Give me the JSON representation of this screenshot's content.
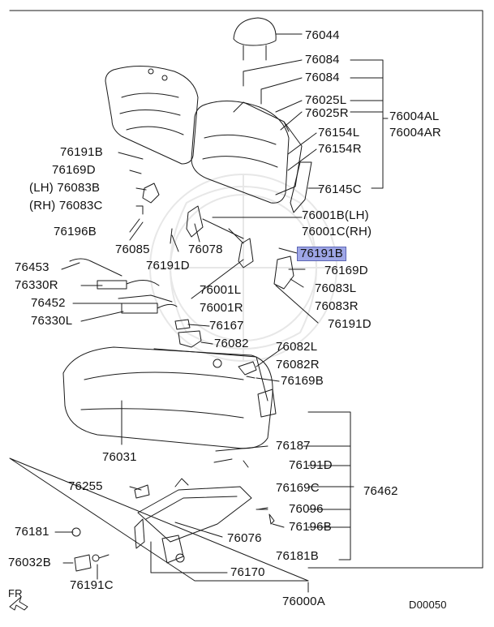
{
  "parts": {
    "p76044": "76044",
    "p76084a": "76084",
    "p76084b": "76084",
    "p76025l": "76025L",
    "p76025r": "76025R",
    "p76004al": "76004AL",
    "p76004ar": "76004AR",
    "p76154l": "76154L",
    "p76154r": "76154R",
    "p76145c": "76145C",
    "p76191b_top": "76191B",
    "p76169d_left": "76169D",
    "p76083b": "(LH) 76083B",
    "p76083c": "(RH) 76083C",
    "p76196b_top": "76196B",
    "p76085": "76085",
    "p76078": "76078",
    "p76191d_mid": "76191D",
    "p76001b": "76001B(LH)",
    "p76001c": "76001C(RH)",
    "p76191b_hl": "76191B",
    "p76169d_right": "76169D",
    "p76083l": "76083L",
    "p76083r": "76083R",
    "p76191d_right": "76191D",
    "p76453": "76453",
    "p76330r": "76330R",
    "p76452": "76452",
    "p76330l": "76330L",
    "p76001l": "76001L",
    "p76001r": "76001R",
    "p76167": "76167",
    "p76082": "76082",
    "p76082l": "76082L",
    "p76082r": "76082R",
    "p76169b": "76169B",
    "p76031": "76031",
    "p76187": "76187",
    "p76191d_low": "76191D",
    "p76462": "76462",
    "p76169c": "76169C",
    "p76255": "76255",
    "p76096": "76096",
    "p76196b_low": "76196B",
    "p76181": "76181",
    "p76076": "76076",
    "p76181b": "76181B",
    "p76032b": "76032B",
    "p76191c": "76191C",
    "p76170": "76170",
    "p76000a": "76000A"
  },
  "front_marker": "FR",
  "diagram_code": "D00050",
  "colors": {
    "line": "#1a1a1a",
    "highlight": "#9ea6e6"
  }
}
